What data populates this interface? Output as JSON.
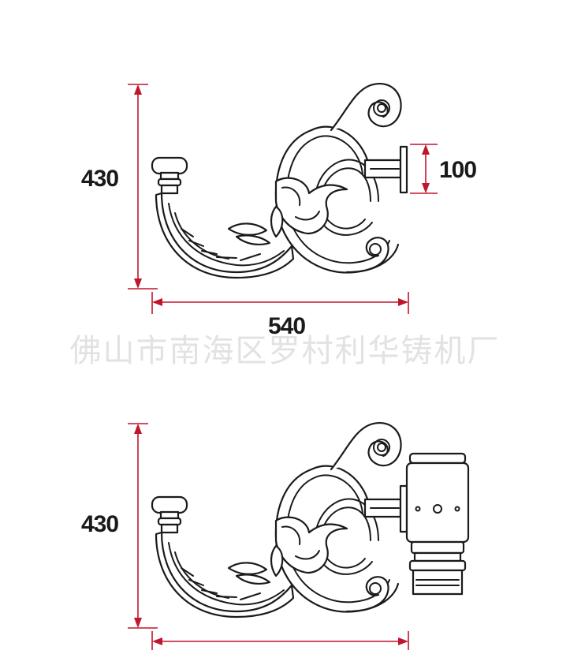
{
  "colors": {
    "dimension": "#c0152c",
    "ink": "#1a1a1a",
    "watermark": "#e2e2e2"
  },
  "watermark": "佛山市南海区罗村利华铸机厂",
  "top_drawing": {
    "height_label": "430",
    "width_label": "540",
    "mount_label": "100"
  },
  "bottom_drawing": {
    "height_label": "430"
  }
}
